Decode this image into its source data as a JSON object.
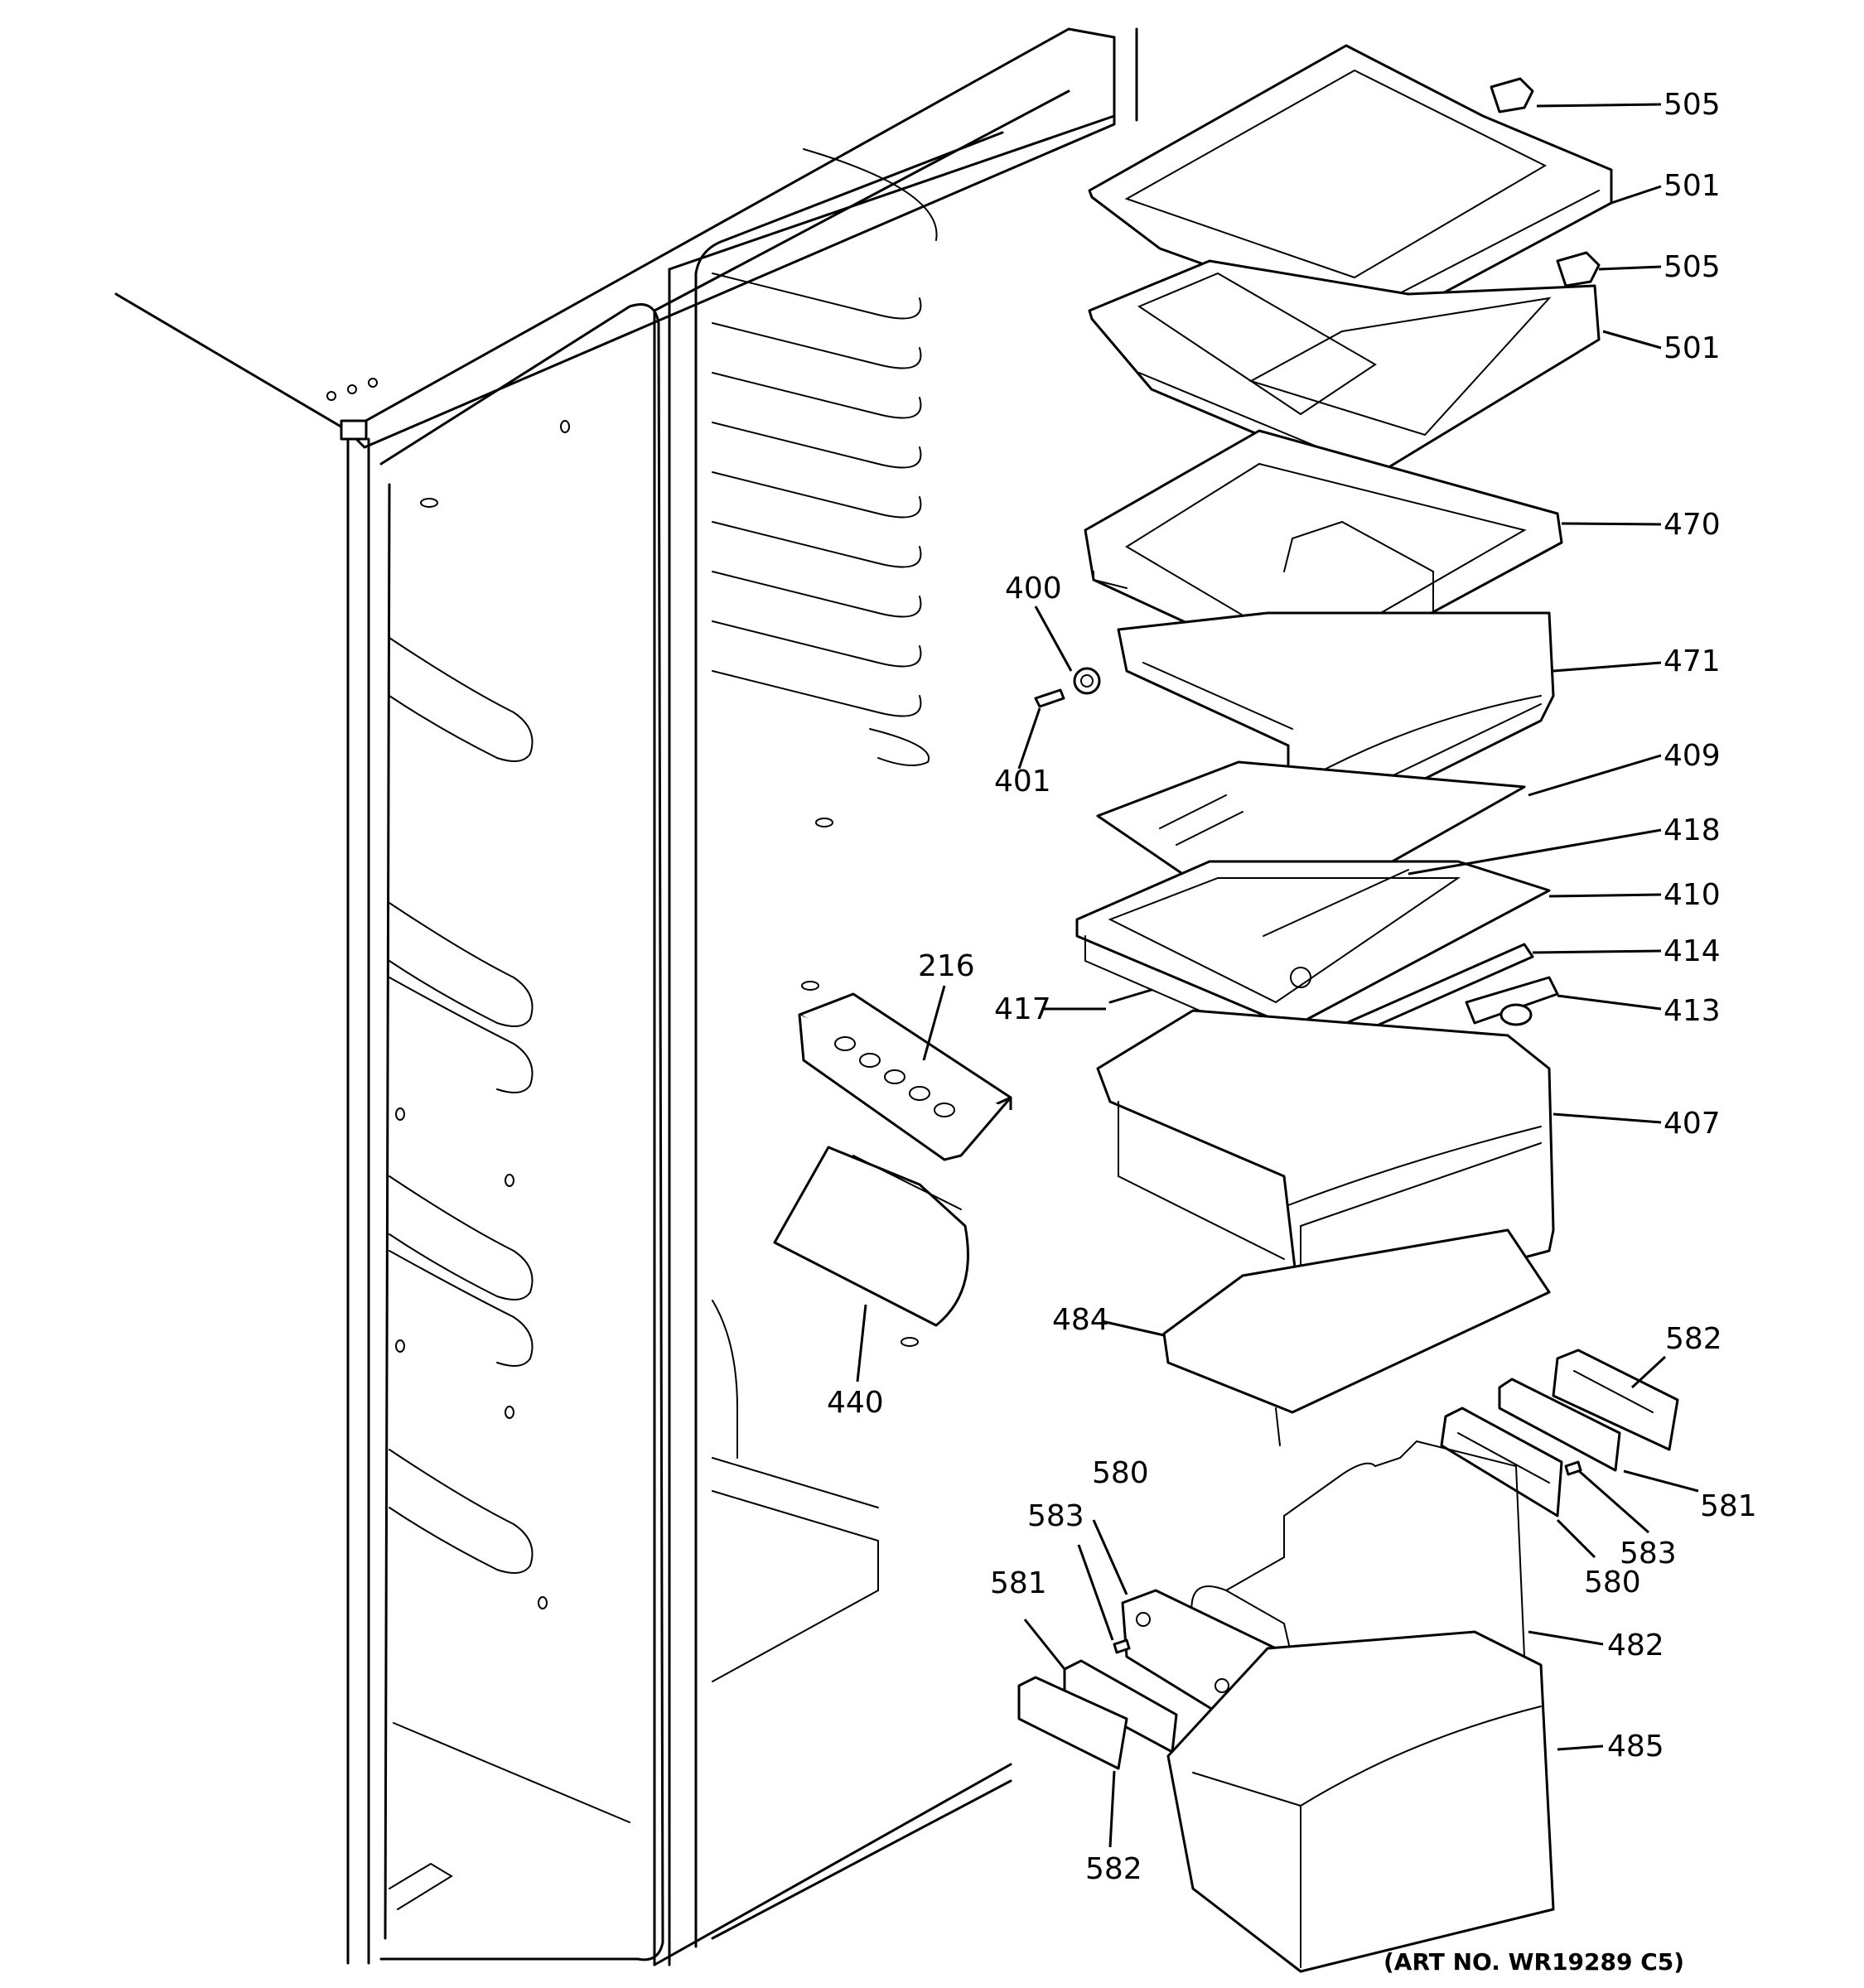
{
  "callouts": [
    {
      "id": "505a",
      "text": "505"
    },
    {
      "id": "501a",
      "text": "501"
    },
    {
      "id": "505b",
      "text": "505"
    },
    {
      "id": "501b",
      "text": "501"
    },
    {
      "id": "470",
      "text": "470"
    },
    {
      "id": "471",
      "text": "471"
    },
    {
      "id": "400",
      "text": "400"
    },
    {
      "id": "401",
      "text": "401"
    },
    {
      "id": "409",
      "text": "409"
    },
    {
      "id": "418",
      "text": "418"
    },
    {
      "id": "410",
      "text": "410"
    },
    {
      "id": "414",
      "text": "414"
    },
    {
      "id": "413",
      "text": "413"
    },
    {
      "id": "417",
      "text": "417"
    },
    {
      "id": "216",
      "text": "216"
    },
    {
      "id": "407",
      "text": "407"
    },
    {
      "id": "484",
      "text": "484"
    },
    {
      "id": "440",
      "text": "440"
    },
    {
      "id": "582a",
      "text": "582"
    },
    {
      "id": "581a",
      "text": "581"
    },
    {
      "id": "583a",
      "text": "583"
    },
    {
      "id": "580a",
      "text": "580"
    },
    {
      "id": "580b",
      "text": "580"
    },
    {
      "id": "583b",
      "text": "583"
    },
    {
      "id": "581b",
      "text": "581"
    },
    {
      "id": "482",
      "text": "482"
    },
    {
      "id": "485",
      "text": "485"
    },
    {
      "id": "582b",
      "text": "582"
    }
  ],
  "art_number": "(ART NO. WR19289 C5)"
}
